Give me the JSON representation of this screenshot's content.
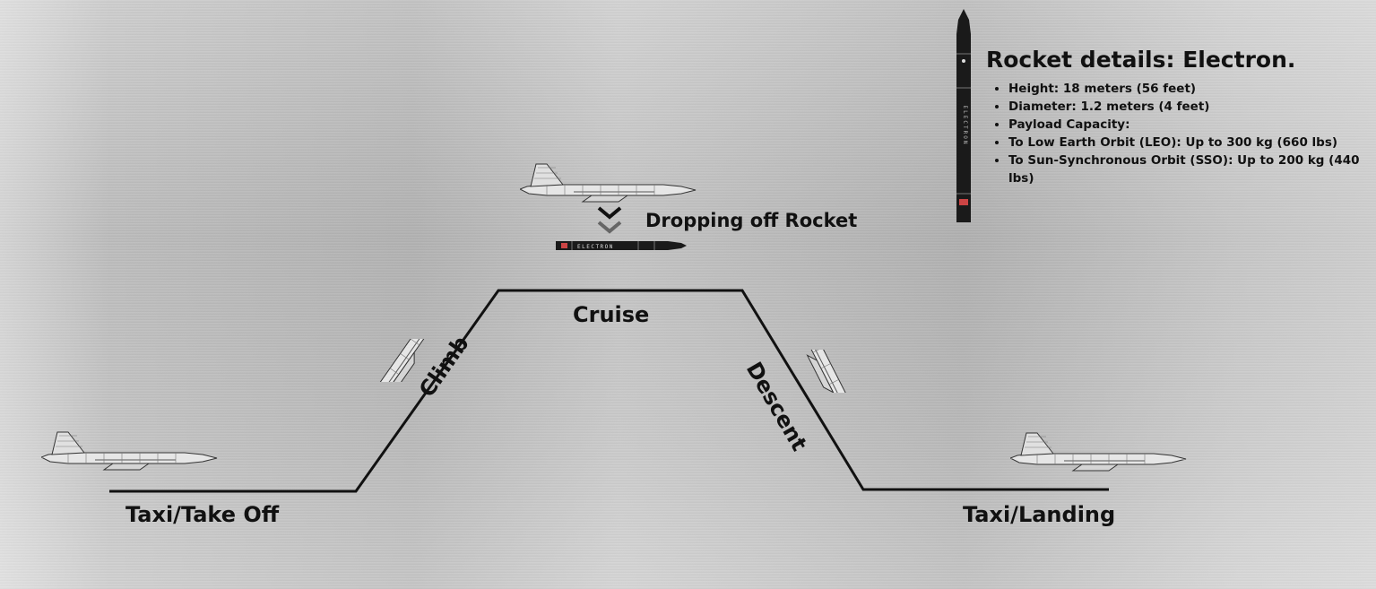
{
  "phases": {
    "taxi_takeoff": "Taxi/Take Off",
    "climb": "Climb",
    "cruise": "Cruise",
    "descent": "Descent",
    "taxi_landing": "Taxi/Landing"
  },
  "drop": {
    "label": "Dropping off Rocket",
    "rocket_body_text": "ELECTRON"
  },
  "rocket_details": {
    "title": "Rocket details: Electron.",
    "items": [
      "Height: 18 meters (56 feet)",
      "Diameter: 1.2 meters (4 feet)",
      "Payload Capacity:",
      "To Low Earth Orbit (LEO): Up to 300 kg (660 lbs)",
      "To Sun-Synchronous Orbit (SSO): Up to 200 kg (440 lbs)"
    ],
    "rocket_text": "ELECTRON"
  },
  "colors": {
    "path": "#111111",
    "aircraft": "#8a8a8a",
    "rocket": "#1a1a1a",
    "chevron": "#111111"
  },
  "icons": [
    "airplane-icon",
    "rocket-icon",
    "chevron-down-icon",
    "us-flag-icon"
  ]
}
